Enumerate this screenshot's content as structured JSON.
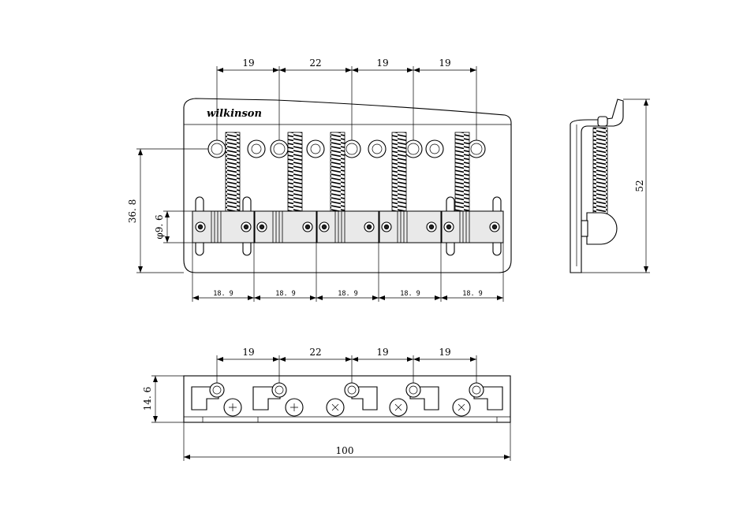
{
  "top_view": {
    "dim_spacing": [
      "19",
      "22",
      "19",
      "19"
    ],
    "dim_height": "36. 8",
    "dim_diameter": "φ9. 6",
    "dim_saddle_widths": [
      "18. 9",
      "18. 9",
      "18. 9",
      "18. 9",
      "18. 9"
    ],
    "logo_text": "wilkinson"
  },
  "side_view": {
    "dim_height": "52"
  },
  "front_view": {
    "dim_spacing": [
      "19",
      "22",
      "19",
      "19"
    ],
    "dim_height": "14. 6",
    "dim_width": "100"
  }
}
